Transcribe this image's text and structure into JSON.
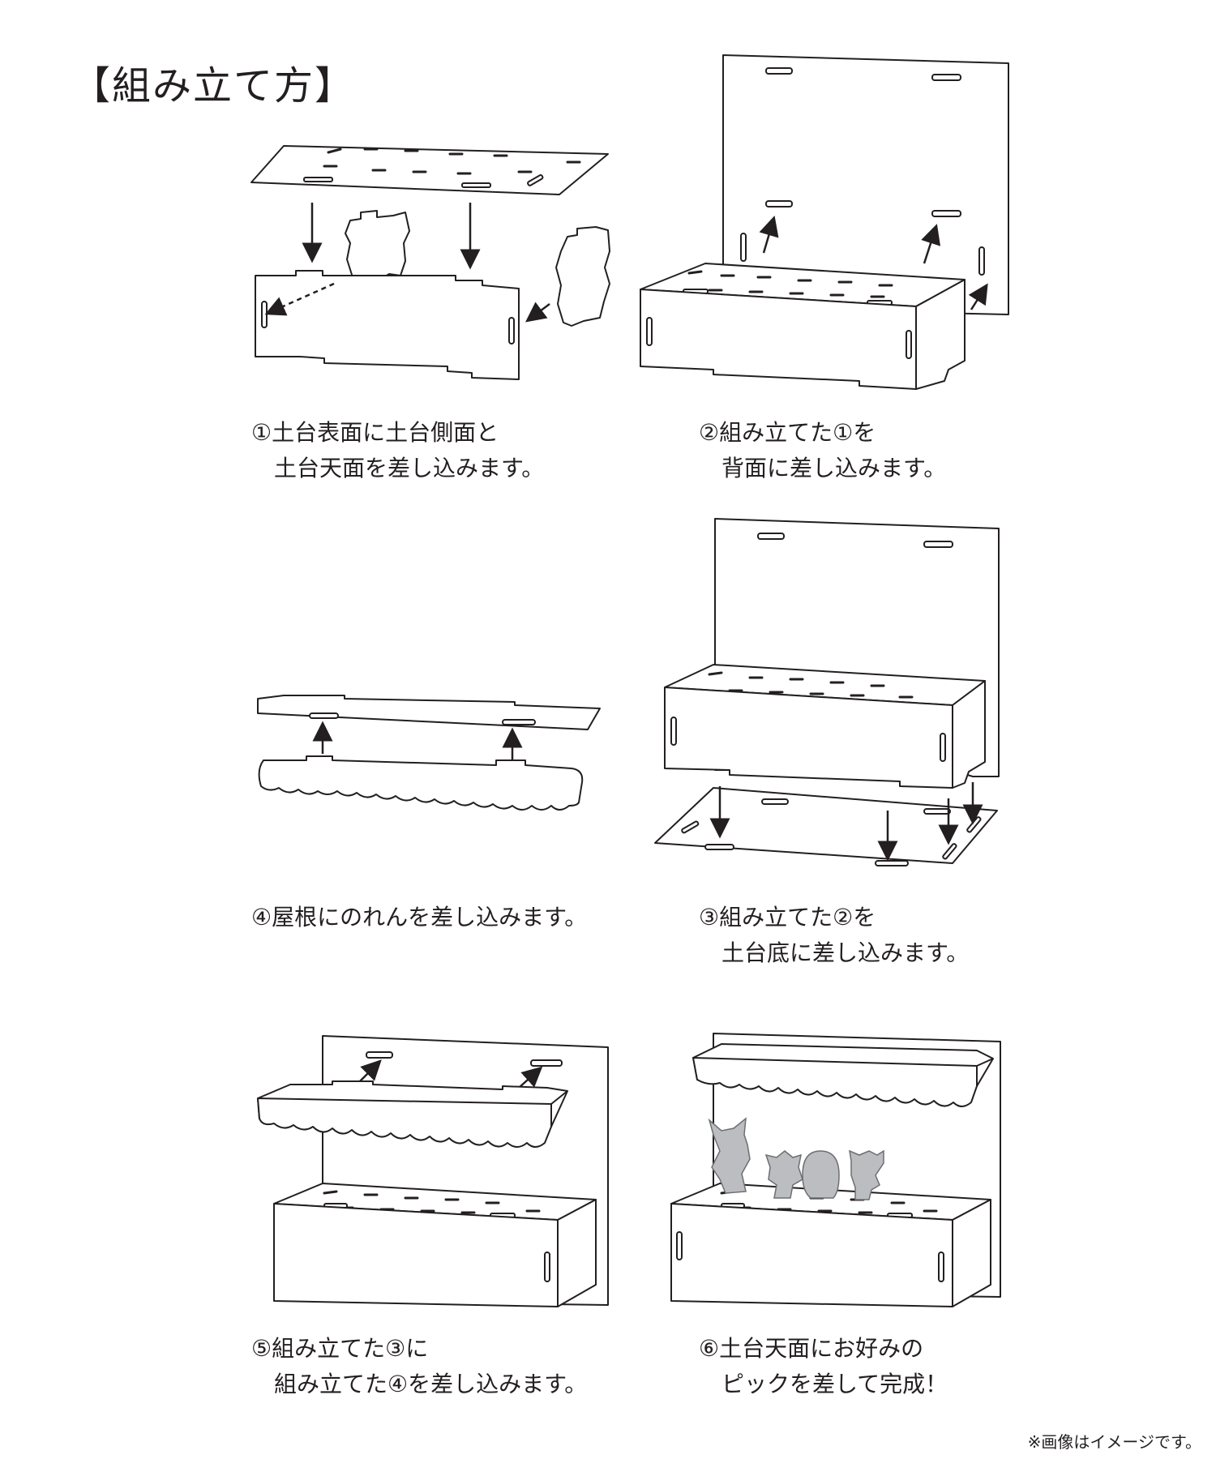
{
  "title": "【組み立て方】",
  "steps": [
    {
      "id": "1",
      "line1": "①土台表面に土台側面と",
      "line2": "　土台天面を差し込みます。"
    },
    {
      "id": "2",
      "line1": "②組み立てた①を",
      "line2": "　背面に差し込みます。"
    },
    {
      "id": "4",
      "line1": "④屋根にのれんを差し込みます。",
      "line2": ""
    },
    {
      "id": "3",
      "line1": "③組み立てた②を",
      "line2": "　土台底に差し込みます。"
    },
    {
      "id": "5",
      "line1": "⑤組み立てた③に",
      "line2": "　組み立てた④を差し込みます。"
    },
    {
      "id": "6",
      "line1": "⑥土台天面にお好みの",
      "line2": "　ピックを差して完成！"
    }
  ],
  "note": "※画像はイメージです。"
}
